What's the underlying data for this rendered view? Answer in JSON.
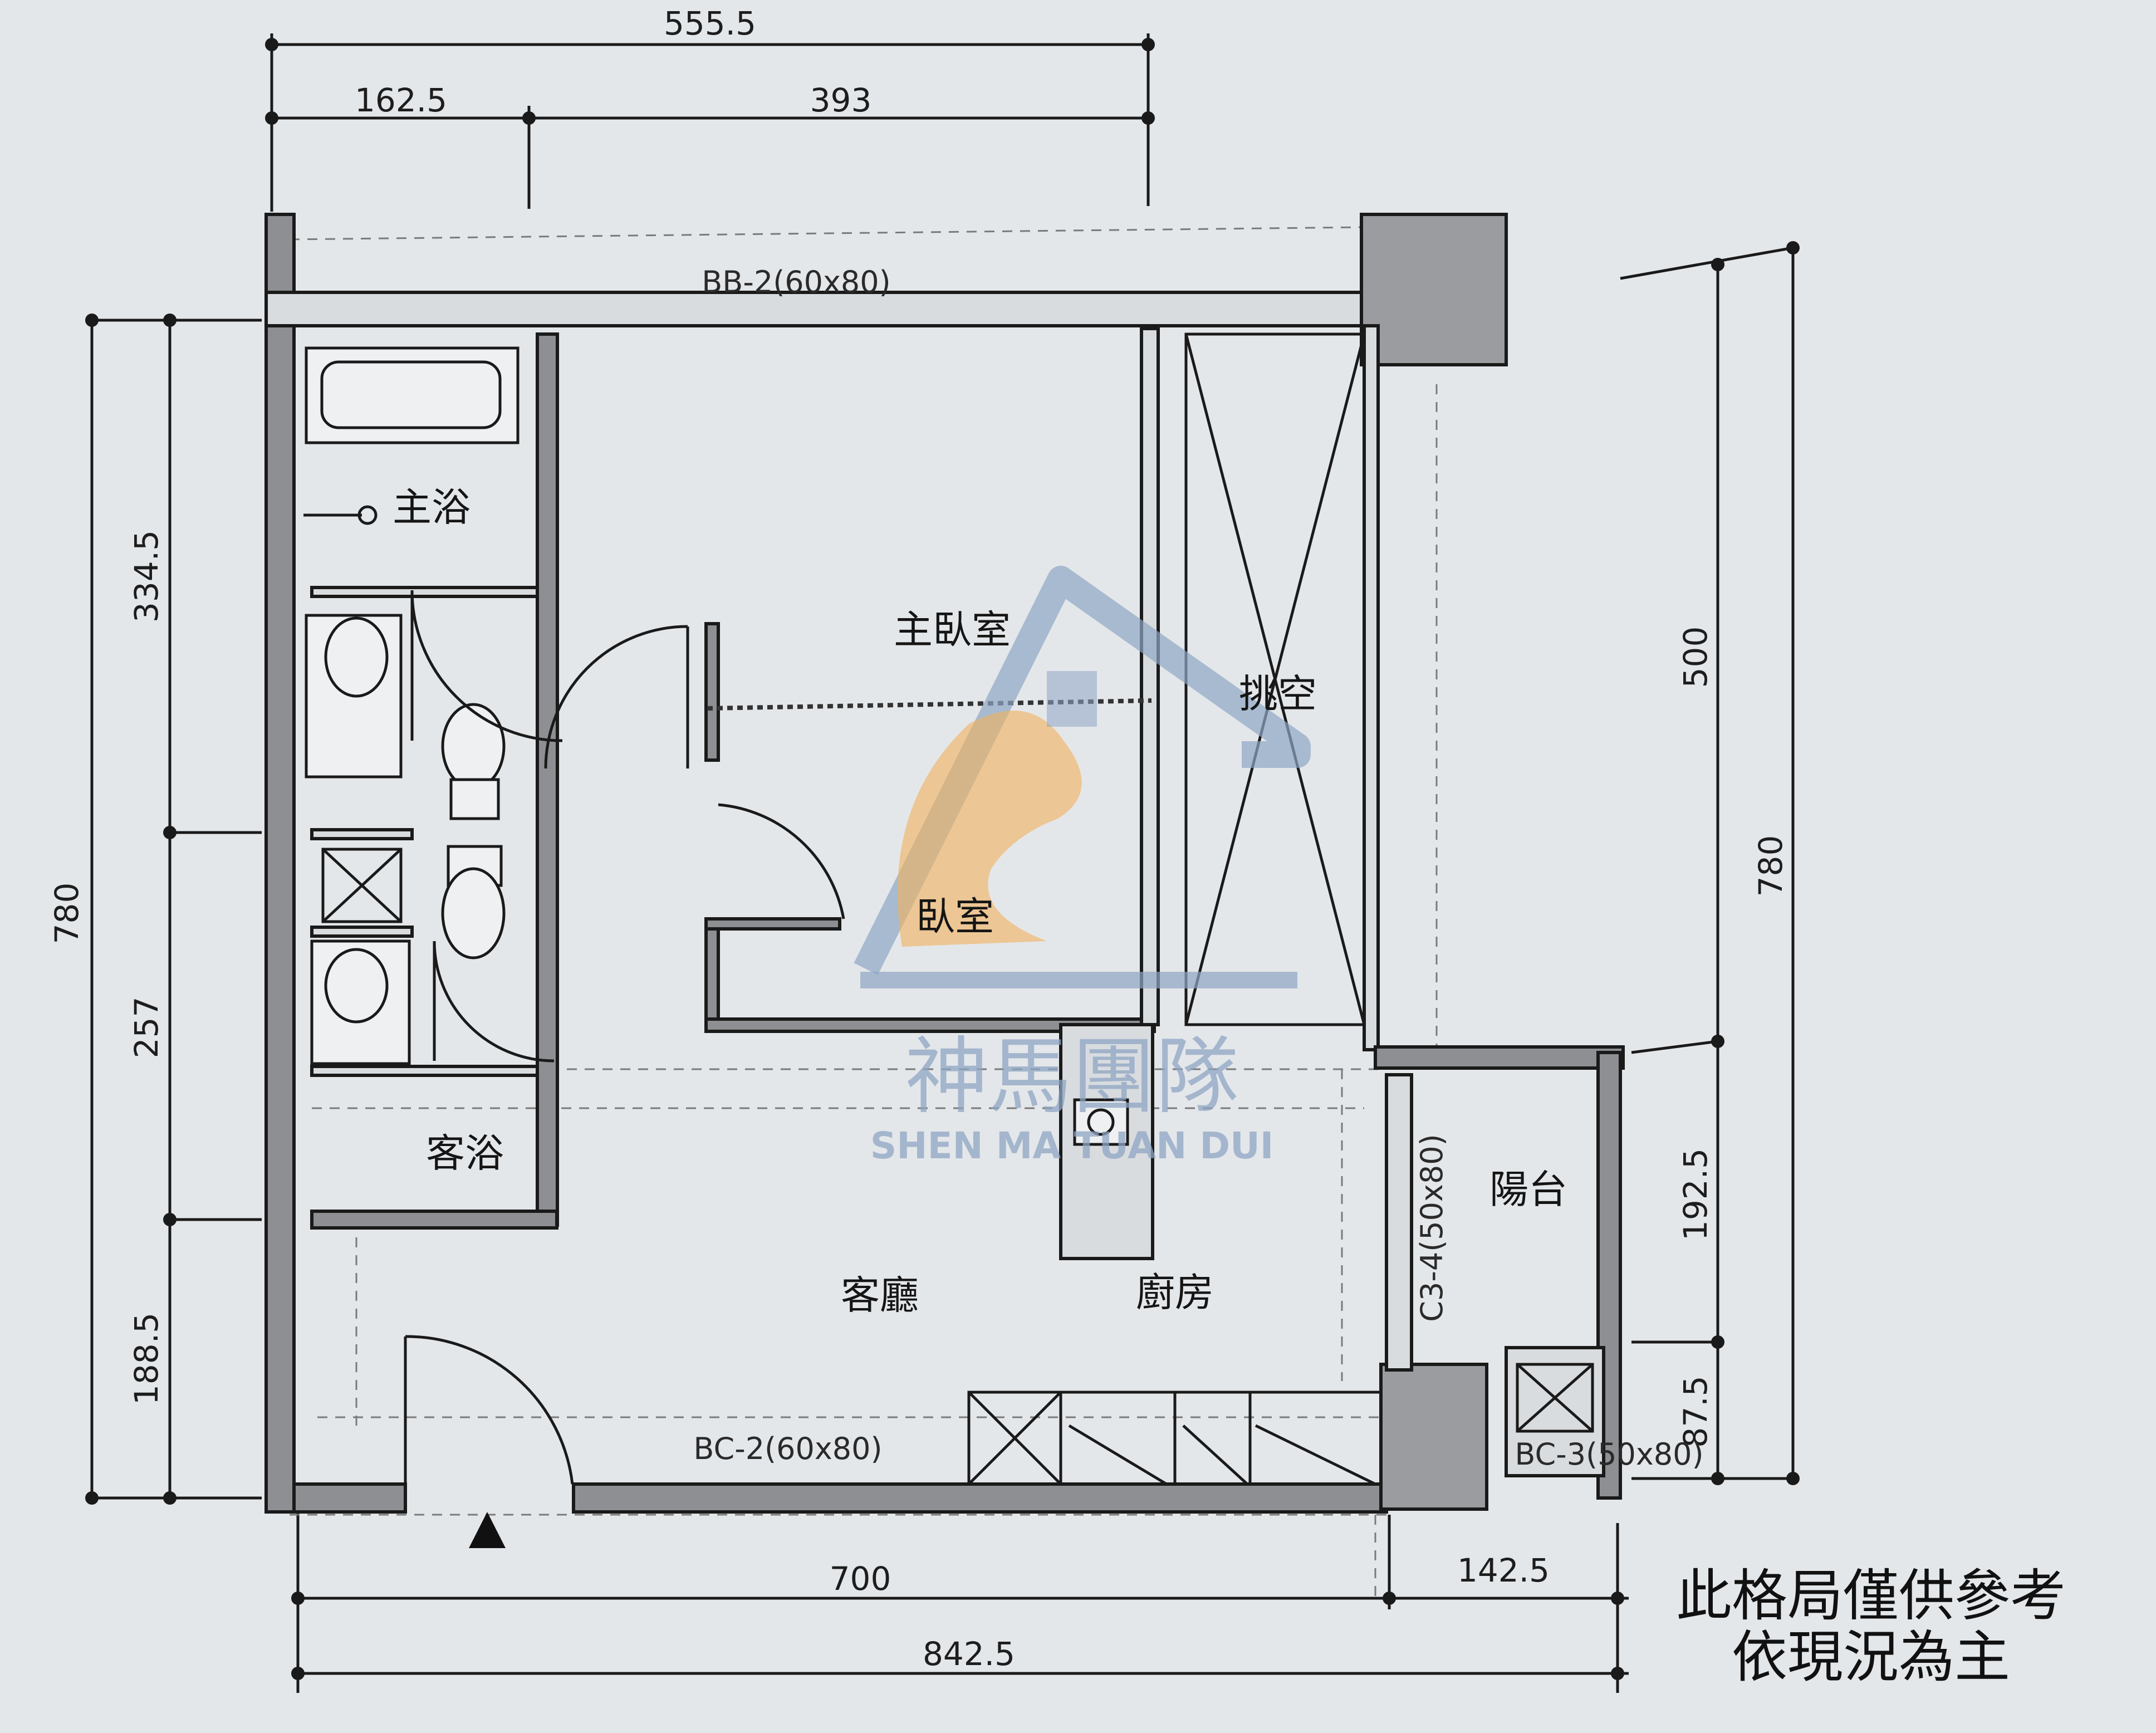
{
  "dimensions": {
    "top_total": "555.5",
    "top_left": "162.5",
    "top_right": "393",
    "left_total": "780",
    "left_upper": "334.5",
    "left_middle": "257",
    "left_lower": "188.5",
    "right_total": "780",
    "right_upper": "500",
    "right_middle": "192.5",
    "right_lower": "87.5",
    "bottom_main": "700",
    "bottom_right": "142.5",
    "bottom_total": "842.5"
  },
  "beams": {
    "top": "BB-2(60x80)",
    "bottom": "BC-2(60x80)",
    "balcony": "BC-3(50x80)",
    "column": "C3-4(50x80)"
  },
  "rooms": {
    "master_bath": "主浴",
    "master_bedroom": "主臥室",
    "void": "挑空",
    "bedroom": "臥室",
    "guest_bath": "客浴",
    "living_room": "客廳",
    "kitchen": "廚房",
    "balcony": "陽台"
  },
  "watermark": {
    "chinese": "神馬團隊",
    "english": "SHEN MA TUAN DUI"
  },
  "note": {
    "line1": "此格局僅供參考",
    "line2": "依現況為主"
  },
  "colors": {
    "background": "#e4e7ea",
    "wall_fill": "#8d8f92",
    "line": "#1a1a1a",
    "watermark_blue": "#8fa6c4",
    "watermark_orange": "#f1b15a"
  }
}
